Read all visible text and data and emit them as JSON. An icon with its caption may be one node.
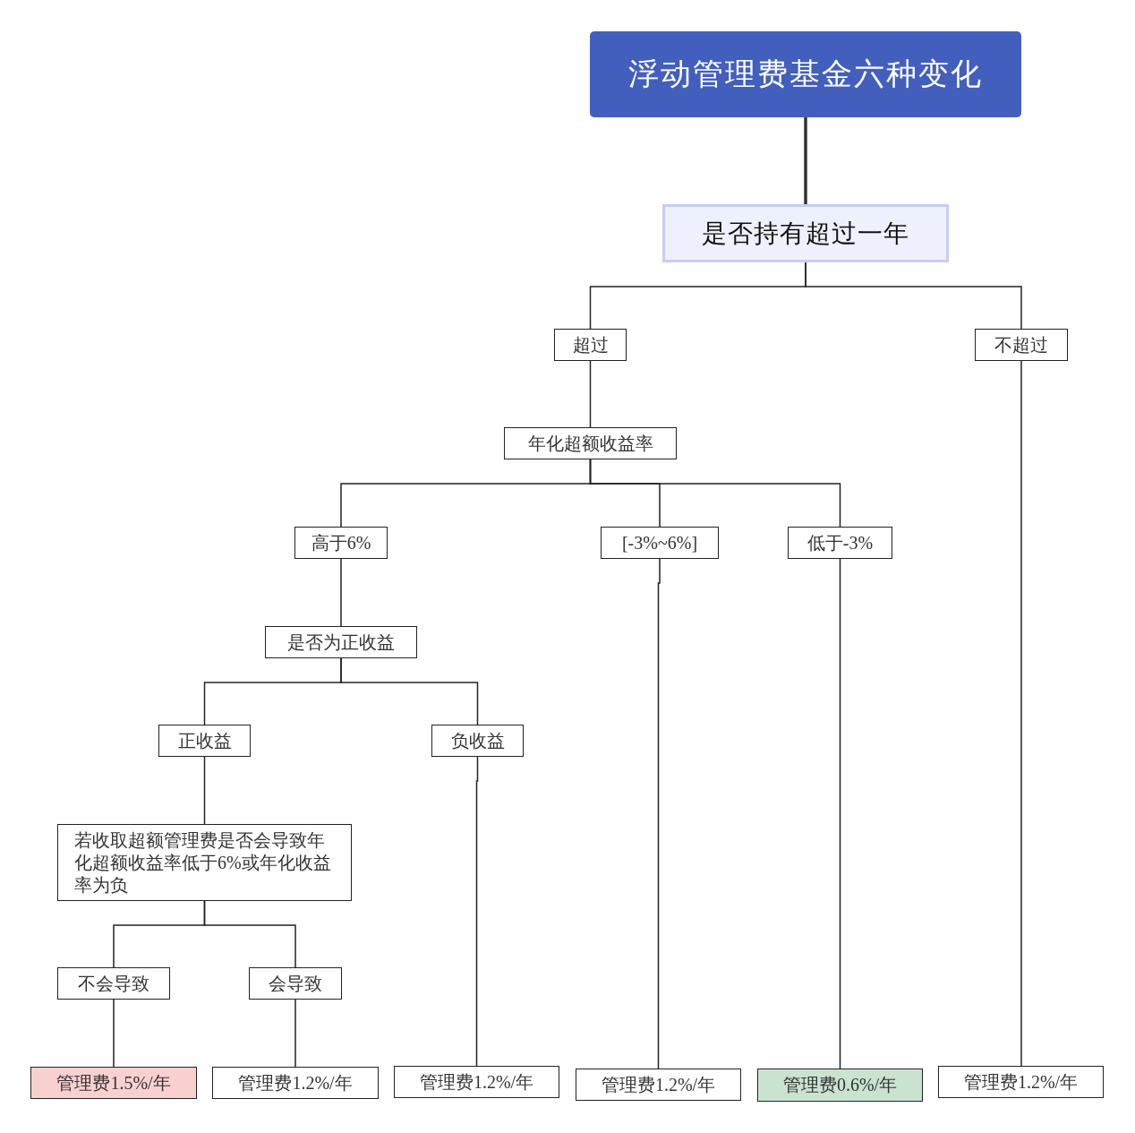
{
  "diagram": {
    "nodes": [
      {
        "text": [
          "浮动管理费基金六种变化"
        ]
      },
      {
        "text": [
          "是否持有超过一年"
        ]
      },
      {
        "text": [
          "超过"
        ]
      },
      {
        "text": [
          "不超过"
        ]
      },
      {
        "text": [
          "年化超额收益率"
        ]
      },
      {
        "text": [
          "高于6%"
        ]
      },
      {
        "text": [
          "[-3%~6%]"
        ]
      },
      {
        "text": [
          "低于-3%"
        ]
      },
      {
        "text": [
          "是否为正收益"
        ]
      },
      {
        "text": [
          "正收益"
        ]
      },
      {
        "text": [
          "负收益"
        ]
      },
      {
        "text": [
          "若收取超额管理费是否会导致年化超额收益率低于6%或年化收益率为负"
        ]
      },
      {
        "text": [
          "不会导致"
        ]
      },
      {
        "text": [
          "会导致"
        ]
      },
      {
        "text": [
          "管理费1.5%/年"
        ]
      },
      {
        "text": [
          "管理费1.2%/年"
        ]
      },
      {
        "text": [
          "管理费1.2%/年"
        ]
      },
      {
        "text": [
          "管理费1.2%/年"
        ]
      },
      {
        "text": [
          "管理费0.6%/年"
        ]
      },
      {
        "text": [
          "管理费1.2%/年"
        ]
      }
    ],
    "edges": [
      {
        "from": 0,
        "to": 1,
        "arrow": "none",
        "style": "thick"
      },
      {
        "from": 1,
        "to": 2,
        "arrow": "none"
      },
      {
        "from": 1,
        "to": 3,
        "arrow": "none"
      },
      {
        "from": 2,
        "to": 4,
        "arrow": "none"
      },
      {
        "from": 4,
        "to": 5,
        "arrow": "none"
      },
      {
        "from": 4,
        "to": 6,
        "arrow": "none"
      },
      {
        "from": 4,
        "to": 7,
        "arrow": "none"
      },
      {
        "from": 5,
        "to": 8,
        "arrow": "none"
      },
      {
        "from": 8,
        "to": 9,
        "arrow": "none"
      },
      {
        "from": 8,
        "to": 10,
        "arrow": "none"
      },
      {
        "from": 9,
        "to": 11,
        "arrow": "none"
      },
      {
        "from": 11,
        "to": 12,
        "arrow": "none"
      },
      {
        "from": 11,
        "to": 13,
        "arrow": "none"
      },
      {
        "from": 12,
        "to": 14,
        "arrow": "none"
      },
      {
        "from": 13,
        "to": 15,
        "arrow": "none"
      },
      {
        "from": 10,
        "to": 16,
        "arrow": "none"
      },
      {
        "from": 6,
        "to": 17,
        "arrow": "none"
      },
      {
        "from": 7,
        "to": 18,
        "arrow": "none"
      },
      {
        "from": 3,
        "to": 19,
        "arrow": "none"
      }
    ]
  }
}
